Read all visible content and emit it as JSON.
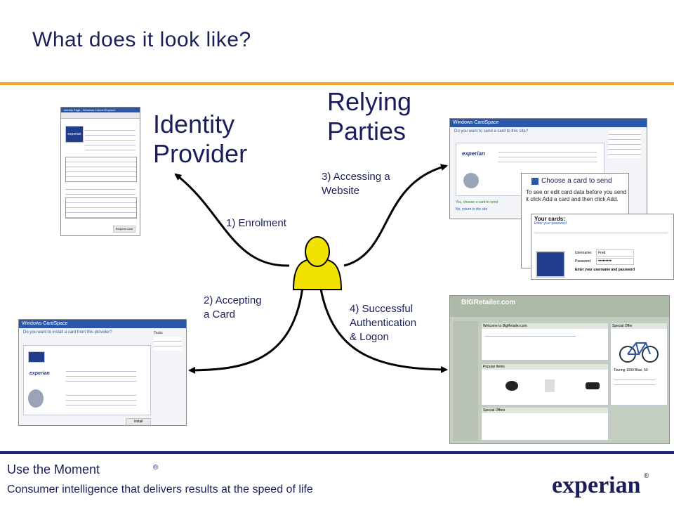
{
  "slide": {
    "title": "What does it look like?",
    "identity_provider": [
      "Identity",
      "Provider"
    ],
    "relying_parties": [
      "Relying",
      "Parties"
    ]
  },
  "steps": {
    "enrolment": "1) Enrolment",
    "accepting": [
      "2) Accepting",
      "a Card"
    ],
    "accessing": [
      "3) Accessing a",
      "Website"
    ],
    "authentication": [
      "4) Successful",
      "Authentication",
      "& Logon"
    ]
  },
  "screenshots": {
    "install_card": {
      "window_title": "Windows CardSpace",
      "question": "Do you want to install a card from this provider?",
      "brand": "experian",
      "side_title": "Tasks",
      "button": "Install"
    },
    "send_card": {
      "window_title": "Windows CardSpace",
      "question": "Do you want to send a card to this site?",
      "brand": "experian",
      "yes": "Yes, choose a card to send",
      "no": "No, return to the site",
      "choose_title": "Choose a card to send",
      "choose_text": "To see or edit card data before you send it click Add a card and then click Add.",
      "your_cards": "Your cards:",
      "password_prompt": "Enter your password",
      "username_label": "Username:",
      "username_value": "Fred",
      "password_label": "Password:",
      "password_value": "•••••••••",
      "hint": "Enter your username and password"
    },
    "retailer": {
      "site_name": "BIGRetailer.com",
      "welcome": "Welcome to BigRetailer.com",
      "special_offer": "Special Offer",
      "popular": "Popular Items",
      "special_offers": "Special Offers",
      "bike_caption": "Touring 1000 Blue, 50"
    },
    "browser": {
      "window_title": "Identity Page - Windows Internet Explorer",
      "brand": "experian",
      "button": "Request Card"
    }
  },
  "footer": {
    "tagline": "Use the Moment",
    "registered": "®",
    "subline": "Consumer intelligence that delivers results at the speed of life",
    "logo_text": "experian",
    "logo_mark": "®"
  },
  "colors": {
    "title": "#1a1f5c",
    "accent_orange": "#f5a623",
    "footer_rule": "#1a237e",
    "person_fill": "#f2e200",
    "logo_red": "#b0173c"
  }
}
